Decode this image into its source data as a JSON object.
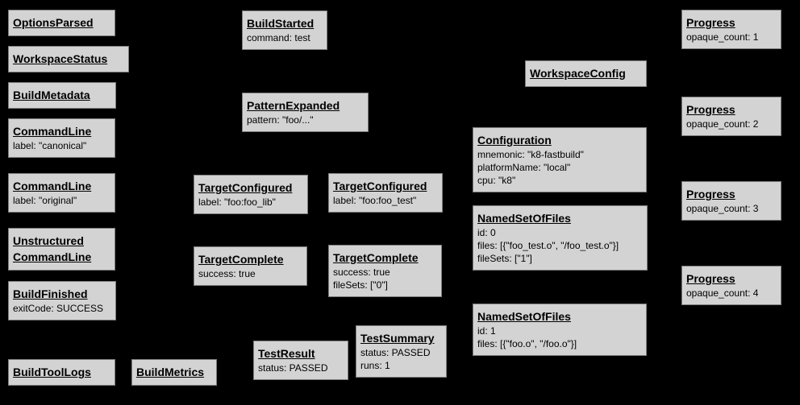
{
  "diagram": {
    "description": "Build event protocol graph",
    "colors": {
      "background": "#000000",
      "node_fill": "#d3d3d3",
      "node_border": "#7d7d7d",
      "text": "#000000"
    }
  },
  "nodes": {
    "optionsParsed": {
      "title": "OptionsParsed"
    },
    "workspaceStatus": {
      "title": "WorkspaceStatus"
    },
    "buildMetadata": {
      "title": "BuildMetadata"
    },
    "commandLineCanonical": {
      "title": "CommandLine",
      "fields": [
        "label: \"canonical\""
      ]
    },
    "commandLineOriginal": {
      "title": "CommandLine",
      "fields": [
        "label: \"original\""
      ]
    },
    "unstructuredCommandLine": {
      "title": "Unstructured\nCommandLine"
    },
    "buildFinished": {
      "title": "BuildFinished",
      "fields": [
        "exitCode: SUCCESS"
      ]
    },
    "buildToolLogs": {
      "title": "BuildToolLogs"
    },
    "buildMetrics": {
      "title": "BuildMetrics"
    },
    "buildStarted": {
      "title": "BuildStarted",
      "fields": [
        "command: test"
      ]
    },
    "patternExpanded": {
      "title": "PatternExpanded",
      "fields": [
        "pattern: \"foo/...\""
      ]
    },
    "targetConfiguredLib": {
      "title": "TargetConfigured",
      "fields": [
        "label: \"foo:foo_lib\""
      ]
    },
    "targetConfiguredTest": {
      "title": "TargetConfigured",
      "fields": [
        "label: \"foo:foo_test\""
      ]
    },
    "targetCompleteLib": {
      "title": "TargetComplete",
      "fields": [
        "success: true"
      ]
    },
    "targetCompleteTest": {
      "title": "TargetComplete",
      "fields": [
        "success: true",
        "fileSets: [\"0\"]"
      ]
    },
    "testResult": {
      "title": "TestResult",
      "fields": [
        "status: PASSED"
      ]
    },
    "testSummary": {
      "title": "TestSummary",
      "fields": [
        "status: PASSED",
        "runs: 1"
      ]
    },
    "workspaceConfig": {
      "title": "WorkspaceConfig"
    },
    "configuration": {
      "title": "Configuration",
      "fields": [
        "mnemonic: \"k8-fastbuild\"",
        "platformName: \"local\"",
        "cpu: \"k8\""
      ]
    },
    "namedSetOfFiles0": {
      "title": "NamedSetOfFiles",
      "fields": [
        "id: 0",
        "files: [{\"foo_test.o\", \"/foo_test.o\"}]",
        "fileSets: [\"1\"]"
      ]
    },
    "namedSetOfFiles1": {
      "title": "NamedSetOfFiles",
      "fields": [
        "id: 1",
        "files: [{\"foo.o\", \"/foo.o\"}]"
      ]
    },
    "progress1": {
      "title": "Progress",
      "fields": [
        "opaque_count: 1"
      ]
    },
    "progress2": {
      "title": "Progress",
      "fields": [
        "opaque_count: 2"
      ]
    },
    "progress3": {
      "title": "Progress",
      "fields": [
        "opaque_count: 3"
      ]
    },
    "progress4": {
      "title": "Progress",
      "fields": [
        "opaque_count: 4"
      ]
    }
  }
}
